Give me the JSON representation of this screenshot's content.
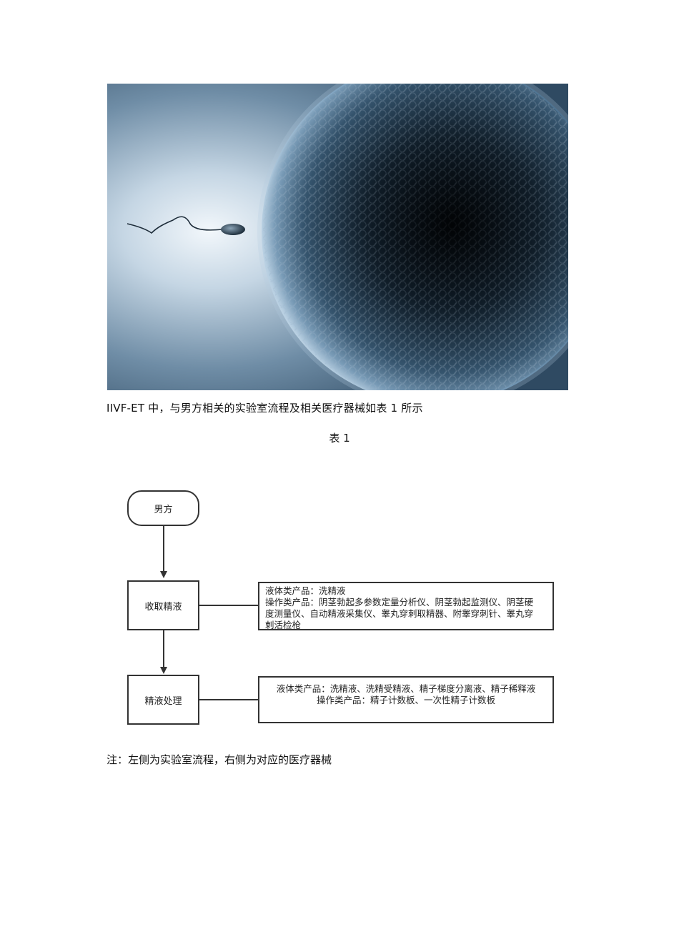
{
  "image": {
    "subject": "sperm-and-egg-photo"
  },
  "caption": "IIVF-ET 中，与男方相关的实验室流程及相关医疗器械如表 1 所示",
  "table_label": "表 1",
  "flowchart": {
    "start": "男方",
    "steps": [
      {
        "label": "收取精液",
        "devices": [
          "液体类产品：洗精液",
          "操作类产品：阴茎勃起多参数定量分析仪、阴茎勃起监测仪、阴茎硬",
          "度测量仪、自动精液采集仪、睾丸穿刺取精器、附睾穿刺针、睾丸穿",
          "刺活检枪"
        ]
      },
      {
        "label": "精液处理",
        "devices": [
          "液体类产品：洗精液、洗精受精液、精子梯度分离液、精子稀释液",
          "操作类产品：精子计数板、一次性精子计数板"
        ]
      }
    ]
  },
  "footnote": "注：左侧为实验室流程，右侧为对应的医疗器械"
}
